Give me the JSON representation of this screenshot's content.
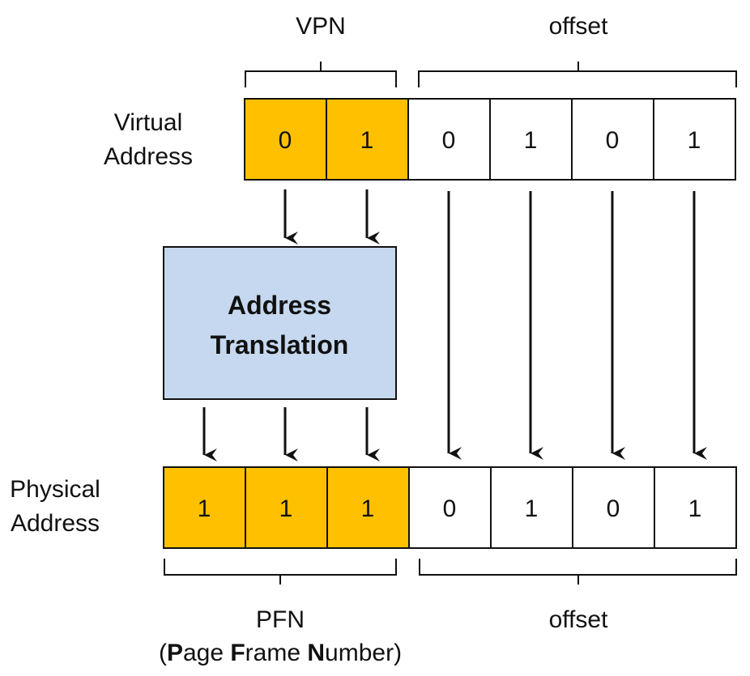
{
  "labels": {
    "vpn": "VPN",
    "offset_top": "offset",
    "virtual_line1": "Virtual",
    "virtual_line2": "Address",
    "physical_line1": "Physical",
    "physical_line2": "Address",
    "pfn": "PFN",
    "offset_bottom": "offset",
    "pfn_paren_open": "(",
    "pfn_p": "P",
    "pfn_age": "age ",
    "pfn_f": "F",
    "pfn_rame": "rame ",
    "pfn_n": "N",
    "pfn_umber": "umber)"
  },
  "translation_box": {
    "line1": "Address",
    "line2": "Translation"
  },
  "virtual_bits": {
    "vpn": [
      "0",
      "1"
    ],
    "offset": [
      "0",
      "1",
      "0",
      "1"
    ]
  },
  "physical_bits": {
    "pfn": [
      "1",
      "1",
      "1"
    ],
    "offset": [
      "0",
      "1",
      "0",
      "1"
    ]
  },
  "colors": {
    "highlight": "#FFC000",
    "translation_fill": "#C5D8EF",
    "stroke": "#111111"
  }
}
